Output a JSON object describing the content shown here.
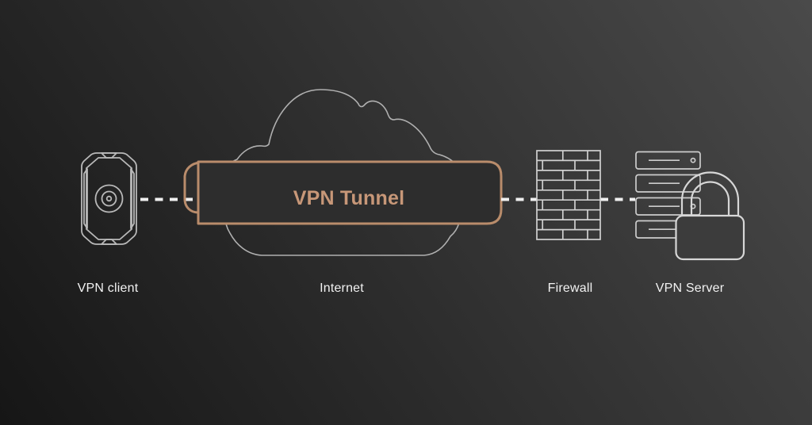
{
  "diagram": {
    "tunnel_label": "VPN Tunnel",
    "nodes": {
      "client": {
        "label": "VPN client",
        "icon": "mobile-device-icon"
      },
      "internet": {
        "label": "Internet",
        "icon": "cloud-icon"
      },
      "firewall": {
        "label": "Firewall",
        "icon": "brick-wall-icon"
      },
      "server": {
        "label": "VPN Server",
        "icon": "server-stack-icon"
      },
      "security": {
        "icon": "padlock-icon"
      }
    },
    "connectors": {
      "style": "dashed-line"
    },
    "colors": {
      "background_dark": "#161616",
      "background_light": "#4a4a4a",
      "tunnel_accent": "#b98c6b",
      "tunnel_fill": "#2d2d2d",
      "tunnel_text": "#c79778",
      "line_gray": "#b0b0b0",
      "client_gray": "#b9b9b9",
      "firewall_gray": "#d0d0d0",
      "server_gray": "#cccccc",
      "lock_gray": "#d7d7d7",
      "lock_fill": "#3c3c3c",
      "connector_white": "#f0f0f0",
      "label_text": "#f2f2f2"
    }
  }
}
